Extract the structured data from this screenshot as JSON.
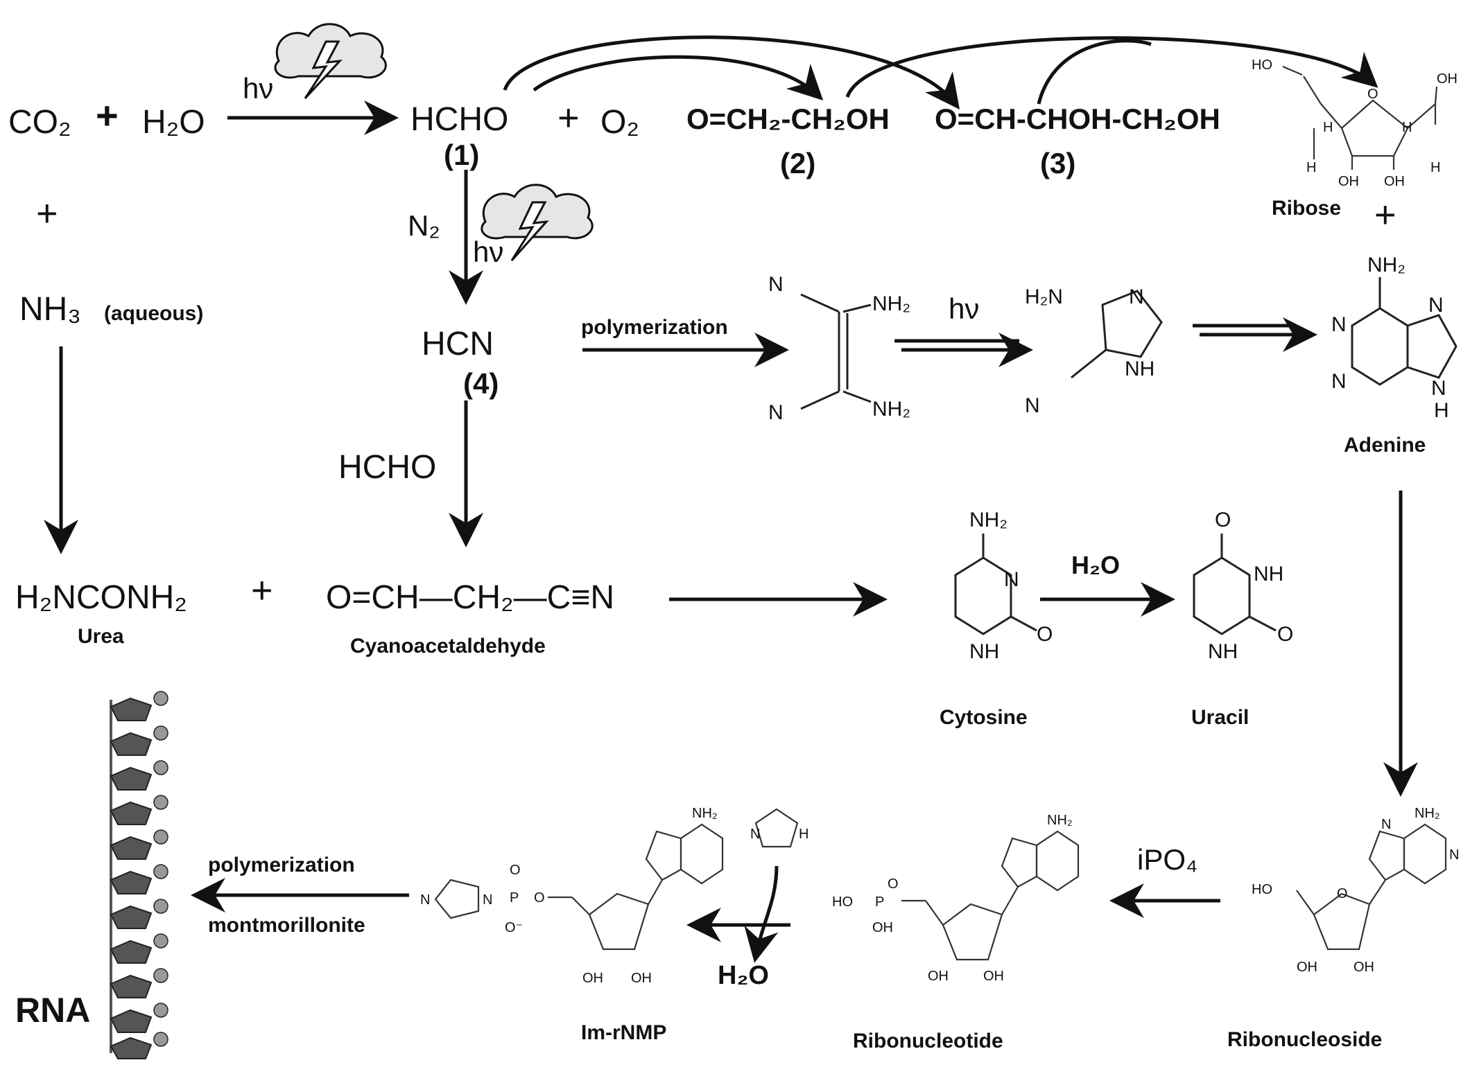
{
  "reactants": {
    "co2": "CO₂",
    "plus1": "+",
    "h2o": "H₂O",
    "plus2": "+",
    "nh3": "NH₃",
    "nh3_note": "(aqueous)"
  },
  "energy": {
    "hv1": "hν",
    "hv2": "hν",
    "hv3": "hν"
  },
  "compounds": {
    "hcho": "HCHO",
    "hcho_num": "(1)",
    "plus_o2": "+",
    "o2": "O₂",
    "glycolaldehyde": "O=CH₂-CH₂OH",
    "glycolaldehyde_num": "(2)",
    "glyceraldehyde": "O=CH-CHOH-CH₂OH",
    "glyceraldehyde_num": "(3)",
    "ribose": "Ribose",
    "plus_ribose": "+",
    "n2": "N₂",
    "hcn": "HCN",
    "hcn_num": "(4)",
    "hcho2": "HCHO",
    "urea_formula": "H₂NCONH₂",
    "urea": "Urea",
    "plus_urea": "+",
    "cyanoacetaldehyde_formula": "O=CH—CH₂—C≡N",
    "cyanoacetaldehyde": "Cyanoacetaldehyde",
    "adenine": "Adenine",
    "cytosine": "Cytosine",
    "uracil": "Uracil",
    "ribonucleoside": "Ribonucleoside",
    "ribonucleotide": "Ribonucleotide",
    "im_rnmp": "Im-rNMP",
    "rna": "RNA"
  },
  "conditions": {
    "polymerization1": "polymerization",
    "h2o_hydrolysis": "H₂O",
    "ipo4": "iPO₄",
    "h2o_release": "H₂O",
    "polymerization2": "polymerization",
    "montmorillonite": "montmorillonite"
  },
  "atoms": {
    "N": "N",
    "H": "H",
    "O": "O",
    "OH": "OH",
    "HO": "HO",
    "P": "P",
    "NH2": "NH₂",
    "H2N": "H₂N",
    "NH": "NH",
    "Ominus": "O⁻"
  }
}
